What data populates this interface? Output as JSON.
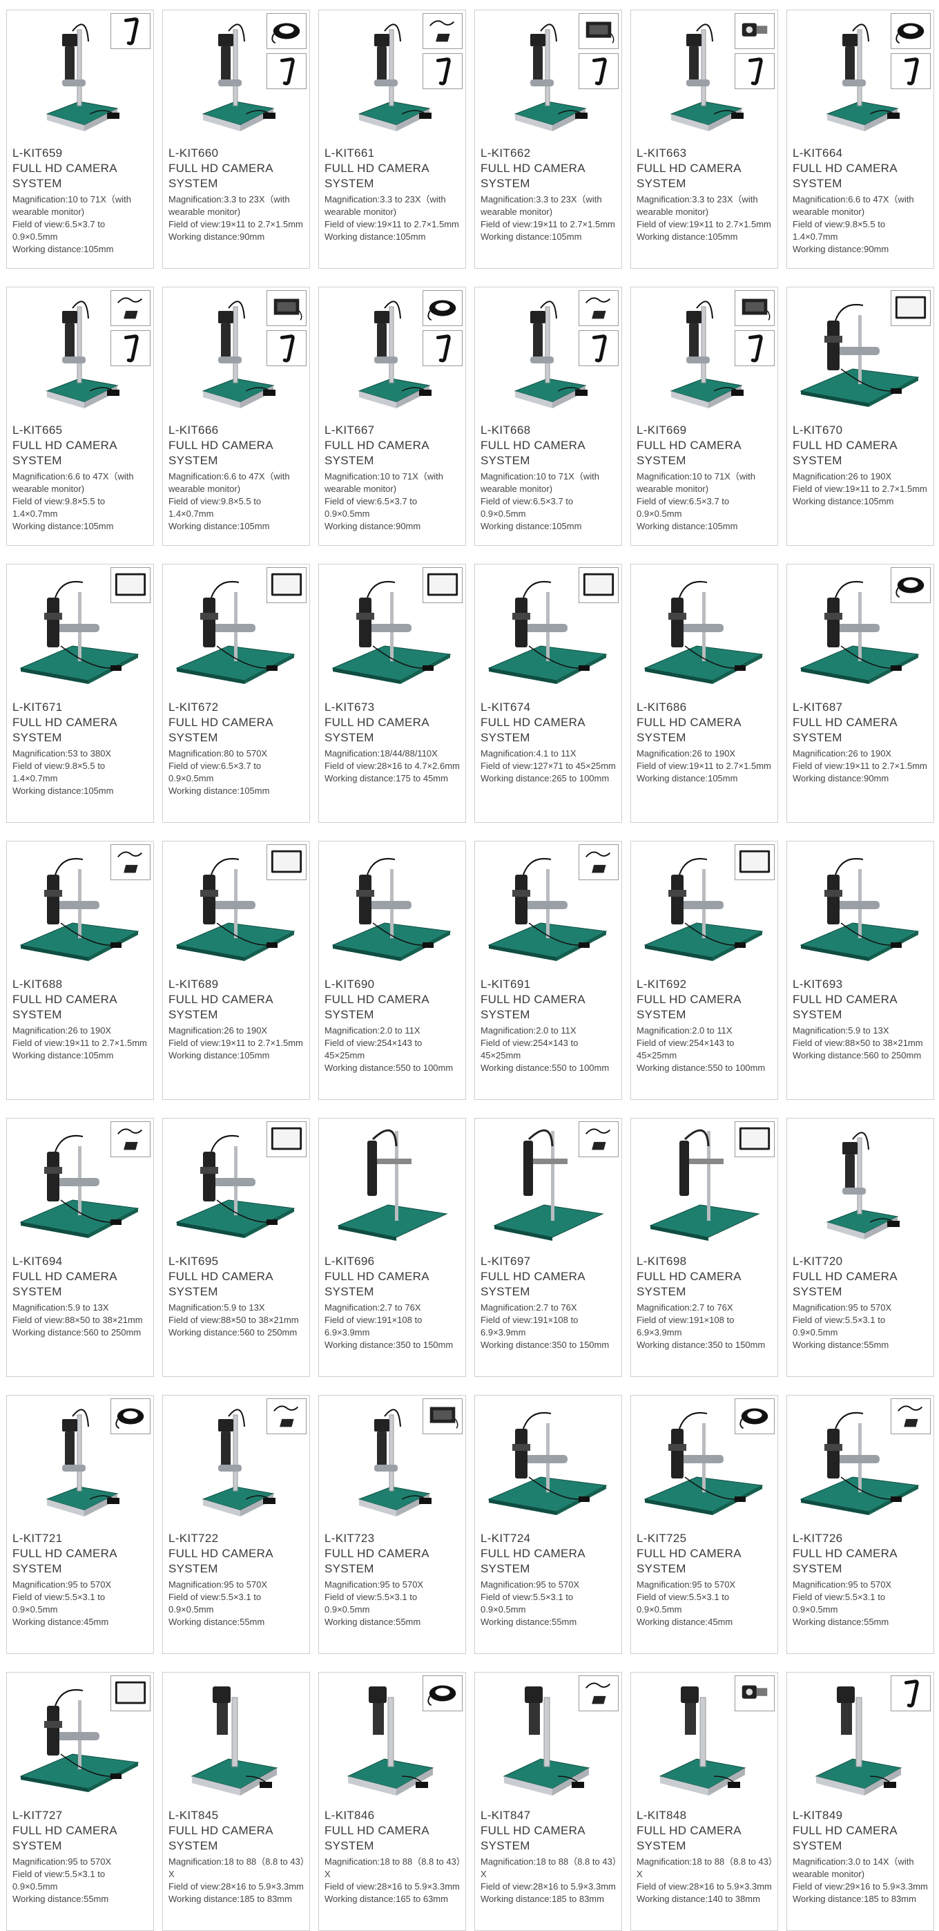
{
  "products": [
    {
      "code": "L-KIT659",
      "title": "FULL HD CAMERA SYSTEM",
      "stand": "compact",
      "accessories": [
        "wearable-monitor-icon"
      ],
      "mag_label": "Magnification:",
      "mag": "10 to 71X（with wearable monitor)",
      "fov_label": "Field of view:",
      "fov": "6.5×3.7 to 0.9×0.5mm",
      "wd_label": "Working distance:",
      "wd": "105mm"
    },
    {
      "code": "L-KIT660",
      "title": "FULL HD CAMERA SYSTEM",
      "stand": "compact",
      "accessories": [
        "ring-light-icon",
        "wearable-monitor-icon"
      ],
      "mag_label": "Magnification:",
      "mag": "3.3 to 23X（with wearable monitor)",
      "fov_label": "Field of view:",
      "fov": "19×11 to 2.7×1.5mm",
      "wd_label": "Working distance:",
      "wd": "90mm"
    },
    {
      "code": "L-KIT661",
      "title": "FULL HD CAMERA SYSTEM",
      "stand": "compact",
      "accessories": [
        "gooseneck-light-icon",
        "wearable-monitor-icon"
      ],
      "mag_label": "Magnification:",
      "mag": "3.3 to 23X（with wearable monitor)",
      "fov_label": "Field of view:",
      "fov": "19×11 to 2.7×1.5mm",
      "wd_label": "Working distance:",
      "wd": "105mm"
    },
    {
      "code": "L-KIT662",
      "title": "FULL HD CAMERA SYSTEM",
      "stand": "compact",
      "accessories": [
        "backlight-panel-icon",
        "wearable-monitor-icon"
      ],
      "mag_label": "Magnification:",
      "mag": "3.3 to 23X（with wearable monitor)",
      "fov_label": "Field of view:",
      "fov": "19×11 to 2.7×1.5mm",
      "wd_label": "Working distance:",
      "wd": "105mm"
    },
    {
      "code": "L-KIT663",
      "title": "FULL HD CAMERA SYSTEM",
      "stand": "compact",
      "accessories": [
        "polarizer-icon",
        "wearable-monitor-icon"
      ],
      "mag_label": "Magnification:",
      "mag": "3.3 to 23X（with wearable monitor)",
      "fov_label": "Field of view:",
      "fov": "19×11 to 2.7×1.5mm",
      "wd_label": "Working distance:",
      "wd": "105mm"
    },
    {
      "code": "L-KIT664",
      "title": "FULL HD CAMERA SYSTEM",
      "stand": "compact",
      "accessories": [
        "ring-light-icon",
        "wearable-monitor-icon"
      ],
      "mag_label": "Magnification:",
      "mag": "6.6 to 47X（with wearable monitor)",
      "fov_label": "Field of view:",
      "fov": "9.8×5.5 to 1.4×0.7mm",
      "wd_label": "Working distance:",
      "wd": "90mm"
    },
    {
      "code": "L-KIT665",
      "title": "FULL HD CAMERA SYSTEM",
      "stand": "compact",
      "accessories": [
        "gooseneck-light-icon",
        "wearable-monitor-icon"
      ],
      "mag_label": "Magnification:",
      "mag": "6.6 to 47X（with wearable monitor)",
      "fov_label": "Field of view:",
      "fov": "9.8×5.5 to 1.4×0.7mm",
      "wd_label": "Working distance:",
      "wd": "105mm"
    },
    {
      "code": "L-KIT666",
      "title": "FULL HD CAMERA SYSTEM",
      "stand": "compact",
      "accessories": [
        "backlight-panel-icon",
        "wearable-monitor-icon"
      ],
      "mag_label": "Magnification:",
      "mag": "6.6 to 47X（with wearable monitor)",
      "fov_label": "Field of view:",
      "fov": "9.8×5.5 to 1.4×0.7mm",
      "wd_label": "Working distance:",
      "wd": "105mm"
    },
    {
      "code": "L-KIT667",
      "title": "FULL HD CAMERA SYSTEM",
      "stand": "compact",
      "accessories": [
        "ring-light-icon",
        "wearable-monitor-icon"
      ],
      "mag_label": "Magnification:",
      "mag": "10 to 71X（with wearable monitor)",
      "fov_label": "Field of view:",
      "fov": "6.5×3.7 to 0.9×0.5mm",
      "wd_label": "Working distance:",
      "wd": "90mm"
    },
    {
      "code": "L-KIT668",
      "title": "FULL HD CAMERA SYSTEM",
      "stand": "compact",
      "accessories": [
        "gooseneck-light-icon",
        "wearable-monitor-icon"
      ],
      "mag_label": "Magnification:",
      "mag": "10 to 71X（with wearable monitor)",
      "fov_label": "Field of view:",
      "fov": "6.5×3.7 to 0.9×0.5mm",
      "wd_label": "Working distance:",
      "wd": "105mm"
    },
    {
      "code": "L-KIT669",
      "title": "FULL HD CAMERA SYSTEM",
      "stand": "compact",
      "accessories": [
        "backlight-panel-icon",
        "wearable-monitor-icon"
      ],
      "mag_label": "Magnification:",
      "mag": "10 to 71X（with wearable monitor)",
      "fov_label": "Field of view:",
      "fov": "6.5×3.7 to 0.9×0.5mm",
      "wd_label": "Working distance:",
      "wd": "105mm"
    },
    {
      "code": "L-KIT670",
      "title": "FULL HD CAMERA SYSTEM",
      "stand": "large",
      "accessories": [
        "monitor-icon"
      ],
      "mag_label": "Magnification:",
      "mag": "26 to 190X",
      "fov_label": "Field of view:",
      "fov": "19×11 to 2.7×1.5mm",
      "wd_label": "Working distance:",
      "wd": "105mm"
    },
    {
      "code": "L-KIT671",
      "title": "FULL HD CAMERA SYSTEM",
      "stand": "large",
      "accessories": [
        "monitor-icon"
      ],
      "mag_label": "Magnification:",
      "mag": "53 to 380X",
      "fov_label": "Field of view:",
      "fov": "9.8×5.5 to 1.4×0.7mm",
      "wd_label": "Working distance:",
      "wd": "105mm"
    },
    {
      "code": "L-KIT672",
      "title": "FULL HD CAMERA SYSTEM",
      "stand": "large",
      "accessories": [
        "monitor-icon"
      ],
      "mag_label": "Magnification:",
      "mag": "80 to 570X",
      "fov_label": "Field of view:",
      "fov": "6.5×3.7 to 0.9×0.5mm",
      "wd_label": "Working distance:",
      "wd": "105mm"
    },
    {
      "code": "L-KIT673",
      "title": "FULL HD CAMERA SYSTEM",
      "stand": "large",
      "accessories": [
        "monitor-icon"
      ],
      "mag_label": "Magnification:",
      "mag": "18/44/88/110X",
      "fov_label": "Field of view:",
      "fov": "28×16 to 4.7×2.6mm",
      "wd_label": "Working distance:",
      "wd": "175 to 45mm"
    },
    {
      "code": "L-KIT674",
      "title": "FULL HD CAMERA SYSTEM",
      "stand": "large",
      "accessories": [
        "monitor-icon"
      ],
      "mag_label": "Magnification:",
      "mag": "4.1 to 11X",
      "fov_label": "Field of view:",
      "fov": "127×71 to 45×25mm",
      "wd_label": "Working distance:",
      "wd": "265 to 100mm"
    },
    {
      "code": "L-KIT686",
      "title": "FULL HD CAMERA SYSTEM",
      "stand": "large",
      "accessories": [],
      "mag_label": "Magnification:",
      "mag": "26 to 190X",
      "fov_label": "Field of view:",
      "fov": "19×11 to 2.7×1.5mm",
      "wd_label": "Working distance:",
      "wd": "105mm"
    },
    {
      "code": "L-KIT687",
      "title": "FULL HD CAMERA SYSTEM",
      "stand": "large",
      "accessories": [
        "ring-light-icon"
      ],
      "mag_label": "Magnification:",
      "mag": "26 to 190X",
      "fov_label": "Field of view:",
      "fov": "19×11 to 2.7×1.5mm",
      "wd_label": "Working distance:",
      "wd": "90mm"
    },
    {
      "code": "L-KIT688",
      "title": "FULL HD CAMERA SYSTEM",
      "stand": "large",
      "accessories": [
        "gooseneck-light-icon"
      ],
      "mag_label": "Magnification:",
      "mag": "26 to 190X",
      "fov_label": "Field of view:",
      "fov": "19×11 to 2.7×1.5mm",
      "wd_label": "Working distance:",
      "wd": "105mm"
    },
    {
      "code": "L-KIT689",
      "title": "FULL HD CAMERA SYSTEM",
      "stand": "large",
      "accessories": [
        "monitor-icon"
      ],
      "mag_label": "Magnification:",
      "mag": "26 to 190X",
      "fov_label": "Field of view:",
      "fov": "19×11 to 2.7×1.5mm",
      "wd_label": "Working distance:",
      "wd": "105mm"
    },
    {
      "code": "L-KIT690",
      "title": "FULL HD CAMERA SYSTEM",
      "stand": "large",
      "accessories": [],
      "mag_label": "Magnification:",
      "mag": "2.0 to 11X",
      "fov_label": "Field of view:",
      "fov": "254×143 to 45×25mm",
      "wd_label": "Working distance:",
      "wd": "550 to 100mm"
    },
    {
      "code": "L-KIT691",
      "title": "FULL HD CAMERA SYSTEM",
      "stand": "large",
      "accessories": [
        "gooseneck-light-icon"
      ],
      "mag_label": "Magnification:",
      "mag": "2.0 to 11X",
      "fov_label": "Field of view:",
      "fov": "254×143 to 45×25mm",
      "wd_label": "Working distance:",
      "wd": "550 to 100mm"
    },
    {
      "code": "L-KIT692",
      "title": "FULL HD CAMERA SYSTEM",
      "stand": "large",
      "accessories": [
        "monitor-icon"
      ],
      "mag_label": "Magnification:",
      "mag": "2.0 to 11X",
      "fov_label": "Field of view:",
      "fov": "254×143 to 45×25mm",
      "wd_label": "Working distance:",
      "wd": "550 to 100mm"
    },
    {
      "code": "L-KIT693",
      "title": "FULL HD CAMERA SYSTEM",
      "stand": "large",
      "accessories": [],
      "mag_label": "Magnification:",
      "mag": "5.9 to 13X",
      "fov_label": "Field of view:",
      "fov": "88×50 to 38×21mm",
      "wd_label": "Working distance:",
      "wd": "560 to 250mm"
    },
    {
      "code": "L-KIT694",
      "title": "FULL HD CAMERA SYSTEM",
      "stand": "large",
      "accessories": [
        "gooseneck-light-icon"
      ],
      "mag_label": "Magnification:",
      "mag": "5.9 to 13X",
      "fov_label": "Field of view:",
      "fov": "88×50 to 38×21mm",
      "wd_label": "Working distance:",
      "wd": "560 to 250mm"
    },
    {
      "code": "L-KIT695",
      "title": "FULL HD CAMERA SYSTEM",
      "stand": "large",
      "accessories": [
        "monitor-icon"
      ],
      "mag_label": "Magnification:",
      "mag": "5.9 to 13X",
      "fov_label": "Field of view:",
      "fov": "88×50 to 38×21mm",
      "wd_label": "Working distance:",
      "wd": "560 to 250mm"
    },
    {
      "code": "L-KIT696",
      "title": "FULL HD CAMERA SYSTEM",
      "stand": "tall",
      "accessories": [],
      "mag_label": "Magnification:",
      "mag": "2.7 to 76X",
      "fov_label": "Field of view:",
      "fov": "191×108 to 6.9×3.9mm",
      "wd_label": "Working distance:",
      "wd": "350 to 150mm"
    },
    {
      "code": "L-KIT697",
      "title": "FULL HD CAMERA SYSTEM",
      "stand": "tall",
      "accessories": [
        "gooseneck-light-icon"
      ],
      "mag_label": "Magnification:",
      "mag": "2.7 to 76X",
      "fov_label": "Field of view:",
      "fov": "191×108 to 6.9×3.9mm",
      "wd_label": "Working distance:",
      "wd": "350 to 150mm"
    },
    {
      "code": "L-KIT698",
      "title": "FULL HD CAMERA SYSTEM",
      "stand": "tall",
      "accessories": [
        "monitor-icon"
      ],
      "mag_label": "Magnification:",
      "mag": "2.7 to 76X",
      "fov_label": "Field of view:",
      "fov": "191×108 to 6.9×3.9mm",
      "wd_label": "Working distance:",
      "wd": "350 to 150mm"
    },
    {
      "code": "L-KIT720",
      "title": "FULL HD CAMERA SYSTEM",
      "stand": "compact",
      "accessories": [],
      "mag_label": "Magnification:",
      "mag": "95 to 570X",
      "fov_label": "Field of view:",
      "fov": "5.5×3.1 to 0.9×0.5mm",
      "wd_label": "Working distance:",
      "wd": "55mm"
    },
    {
      "code": "L-KIT721",
      "title": "FULL HD CAMERA SYSTEM",
      "stand": "compact",
      "accessories": [
        "ring-light-icon"
      ],
      "mag_label": "Magnification:",
      "mag": "95 to 570X",
      "fov_label": "Field of view:",
      "fov": "5.5×3.1 to 0.9×0.5mm",
      "wd_label": "Working distance:",
      "wd": "45mm"
    },
    {
      "code": "L-KIT722",
      "title": "FULL HD CAMERA SYSTEM",
      "stand": "compact",
      "accessories": [
        "gooseneck-light-icon"
      ],
      "mag_label": "Magnification:",
      "mag": "95 to 570X",
      "fov_label": "Field of view:",
      "fov": "5.5×3.1 to 0.9×0.5mm",
      "wd_label": "Working distance:",
      "wd": "55mm"
    },
    {
      "code": "L-KIT723",
      "title": "FULL HD CAMERA SYSTEM",
      "stand": "compact",
      "accessories": [
        "backlight-panel-icon"
      ],
      "mag_label": "Magnification:",
      "mag": "95 to 570X",
      "fov_label": "Field of view:",
      "fov": "5.5×3.1 to 0.9×0.5mm",
      "wd_label": "Working distance:",
      "wd": "55mm"
    },
    {
      "code": "L-KIT724",
      "title": "FULL HD CAMERA SYSTEM",
      "stand": "large",
      "accessories": [],
      "mag_label": "Magnification:",
      "mag": "95 to 570X",
      "fov_label": "Field of view:",
      "fov": "5.5×3.1 to 0.9×0.5mm",
      "wd_label": "Working distance:",
      "wd": "55mm"
    },
    {
      "code": "L-KIT725",
      "title": "FULL HD CAMERA SYSTEM",
      "stand": "large",
      "accessories": [
        "ring-light-icon"
      ],
      "mag_label": "Magnification:",
      "mag": "95 to 570X",
      "fov_label": "Field of view:",
      "fov": "5.5×3.1 to 0.9×0.5mm",
      "wd_label": "Working distance:",
      "wd": "45mm"
    },
    {
      "code": "L-KIT726",
      "title": "FULL HD CAMERA SYSTEM",
      "stand": "large",
      "accessories": [
        "gooseneck-light-icon"
      ],
      "mag_label": "Magnification:",
      "mag": "95 to 570X",
      "fov_label": "Field of view:",
      "fov": "5.5×3.1 to 0.9×0.5mm",
      "wd_label": "Working distance:",
      "wd": "55mm"
    },
    {
      "code": "L-KIT727",
      "title": "FULL HD CAMERA SYSTEM",
      "stand": "large",
      "accessories": [
        "monitor-icon"
      ],
      "mag_label": "Magnification:",
      "mag": "95 to 570X",
      "fov_label": "Field of view:",
      "fov": "5.5×3.1 to 0.9×0.5mm",
      "wd_label": "Working distance:",
      "wd": "55mm"
    },
    {
      "code": "L-KIT845",
      "title": "FULL HD CAMERA SYSTEM",
      "stand": "pillar",
      "accessories": [],
      "mag_label": "Magnification:",
      "mag": "18 to 88（8.8 to 43）X",
      "fov_label": "Field of view:",
      "fov": "28×16 to 5.9×3.3mm",
      "wd_label": "Working distance:",
      "wd": "185 to 83mm"
    },
    {
      "code": "L-KIT846",
      "title": "FULL HD CAMERA SYSTEM",
      "stand": "pillar",
      "accessories": [
        "ring-light-icon"
      ],
      "mag_label": "Magnification:",
      "mag": "18 to 88（8.8 to 43）X",
      "fov_label": "Field of view:",
      "fov": "28×16 to 5.9×3.3mm",
      "wd_label": "Working distance:",
      "wd": "165 to 63mm"
    },
    {
      "code": "L-KIT847",
      "title": "FULL HD CAMERA SYSTEM",
      "stand": "pillar",
      "accessories": [
        "gooseneck-light-icon"
      ],
      "mag_label": "Magnification:",
      "mag": "18 to 88（8.8 to 43）X",
      "fov_label": "Field of view:",
      "fov": "28×16 to 5.9×3.3mm",
      "wd_label": "Working distance:",
      "wd": "185 to 83mm"
    },
    {
      "code": "L-KIT848",
      "title": "FULL HD CAMERA SYSTEM",
      "stand": "pillar",
      "accessories": [
        "polarizer-icon"
      ],
      "mag_label": "Magnification:",
      "mag": "18 to 88（8.8 to 43）X",
      "fov_label": "Field of view:",
      "fov": "28×16 to 5.9×3.3mm",
      "wd_label": "Working distance:",
      "wd": "140 to 38mm"
    },
    {
      "code": "L-KIT849",
      "title": "FULL HD CAMERA SYSTEM",
      "stand": "pillar",
      "accessories": [
        "wearable-monitor-icon"
      ],
      "mag_label": "Magnification:",
      "mag": "3.0 to 14X（with wearable monitor)",
      "fov_label": "Field of view:",
      "fov": "29×16 to 5.9×3.3mm",
      "wd_label": "Working distance:",
      "wd": "185 to 83mm"
    }
  ],
  "colors": {
    "base_green": "#1f7f6e",
    "base_grey": "#c9ccd0",
    "camera_black": "#222222",
    "border": "#cfcfcf"
  }
}
